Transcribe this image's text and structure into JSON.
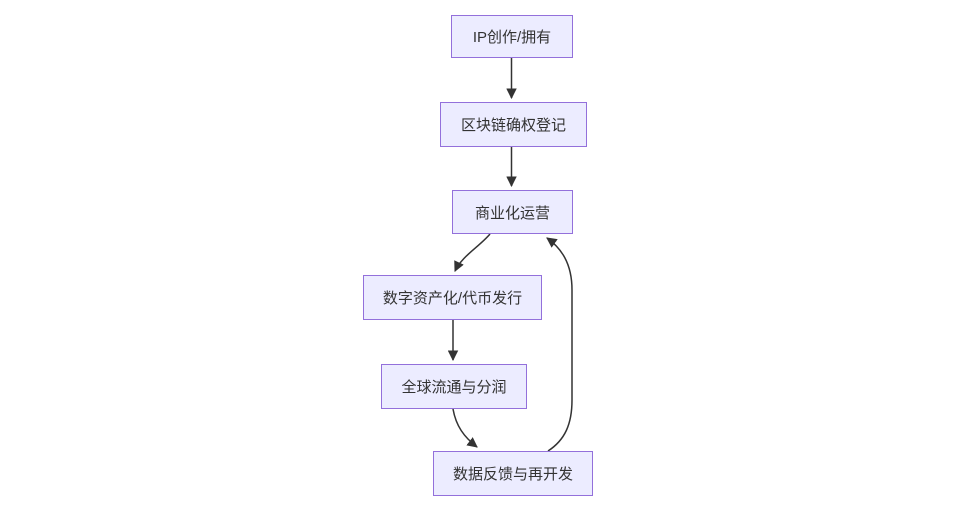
{
  "diagram": {
    "type": "flowchart",
    "direction": "top-down",
    "colors": {
      "node_fill": "#ECECFF",
      "node_border": "#9370DB",
      "edge": "#333333",
      "text": "#333333",
      "background": "#FFFFFF"
    },
    "nodes": [
      {
        "id": "n1",
        "label": "IP创作/拥有"
      },
      {
        "id": "n2",
        "label": "区块链确权登记"
      },
      {
        "id": "n3",
        "label": "商业化运营"
      },
      {
        "id": "n4",
        "label": "数字资产化/代币发行"
      },
      {
        "id": "n5",
        "label": "全球流通与分润"
      },
      {
        "id": "n6",
        "label": "数据反馈与再开发"
      }
    ],
    "edges": [
      {
        "from": "IP创作/拥有",
        "to": "区块链确权登记"
      },
      {
        "from": "区块链确权登记",
        "to": "商业化运营"
      },
      {
        "from": "商业化运营",
        "to": "数字资产化/代币发行"
      },
      {
        "from": "数字资产化/代币发行",
        "to": "全球流通与分润"
      },
      {
        "from": "全球流通与分润",
        "to": "数据反馈与再开发"
      },
      {
        "from": "数据反馈与再开发",
        "to": "商业化运营",
        "note": "feedback loop"
      }
    ]
  }
}
